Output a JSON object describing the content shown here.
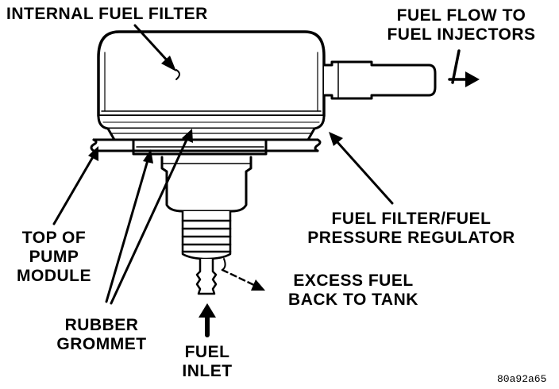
{
  "labels": {
    "internal_filter": "INTERNAL FUEL FILTER",
    "fuel_flow_line1": "FUEL FLOW TO",
    "fuel_flow_line2": "FUEL INJECTORS",
    "regulator_line1": "FUEL FILTER/FUEL",
    "regulator_line2": "PRESSURE REGULATOR",
    "pump_line1": "TOP OF",
    "pump_line2": "PUMP",
    "pump_line3": "MODULE",
    "excess_line1": "EXCESS FUEL",
    "excess_line2": "BACK TO TANK",
    "grommet_line1": "RUBBER",
    "grommet_line2": "GROMMET",
    "inlet_line1": "FUEL",
    "inlet_line2": "INLET"
  },
  "figure_id": "80a92a65"
}
